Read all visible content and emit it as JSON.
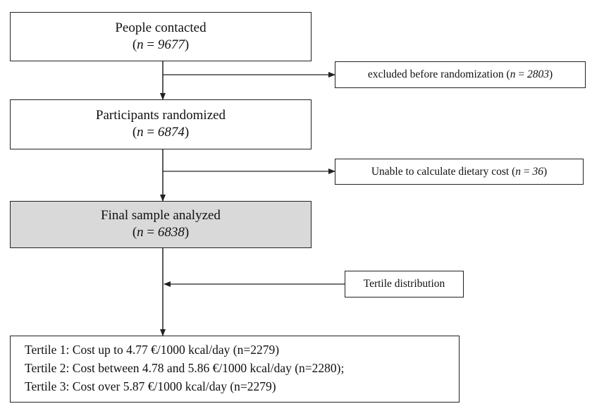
{
  "nodes": {
    "contacted": {
      "title": "People contacted",
      "n_prefix": "(",
      "n_label": "n",
      "n_eq": " = ",
      "n_value": "9677",
      "n_suffix": ")"
    },
    "excluded": {
      "text": "excluded before randomization (",
      "n_label": "n",
      "n_eq": " = ",
      "n_value": "2803",
      "n_suffix": ")"
    },
    "randomized": {
      "title": "Participants randomized",
      "n_prefix": "(",
      "n_label": "n",
      "n_eq": " = ",
      "n_value": "6874",
      "n_suffix": ")"
    },
    "unable": {
      "text": "Unable to calculate dietary cost  (",
      "n_label": "n",
      "n_eq": " = ",
      "n_value": "36",
      "n_suffix": ")"
    },
    "final_sample": {
      "title": "Final sample analyzed",
      "n_prefix": "(",
      "n_label": "n",
      "n_eq": " = ",
      "n_value": "6838",
      "n_suffix": ")"
    },
    "tertile_dist": {
      "text": "Tertile distribution"
    },
    "tertiles": [
      "Tertile 1: Cost up to 4.77 €/1000 kcal/day (n=2279)",
      "Tertile 2: Cost between 4.78 and 5.86 €/1000 kcal/day (n=2280);",
      "Tertile 3: Cost over 5.87 €/1000 kcal/day (n=2279)"
    ]
  },
  "colors": {
    "line": "#222222",
    "shaded_box": "#d9d9d9"
  }
}
